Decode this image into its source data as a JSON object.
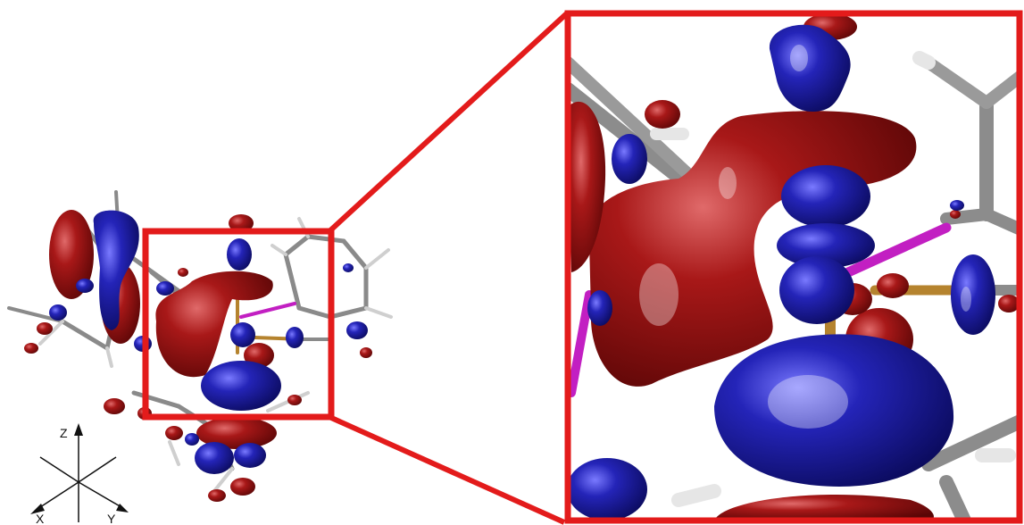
{
  "axes": {
    "z_label": "Z",
    "x_label": "X",
    "y_label": "Y"
  },
  "colors": {
    "background": "#ffffff",
    "highlight_frame": "#e31b1b",
    "positive_lobe": "#8a0f0f",
    "negative_lobe": "#1a1a9e",
    "bond_carbon": "#7d7d7d",
    "bond_hydrogen": "#d8d8d8",
    "bond_metal": "#b5832e",
    "bond_phosphorus": "#c21fc2"
  }
}
